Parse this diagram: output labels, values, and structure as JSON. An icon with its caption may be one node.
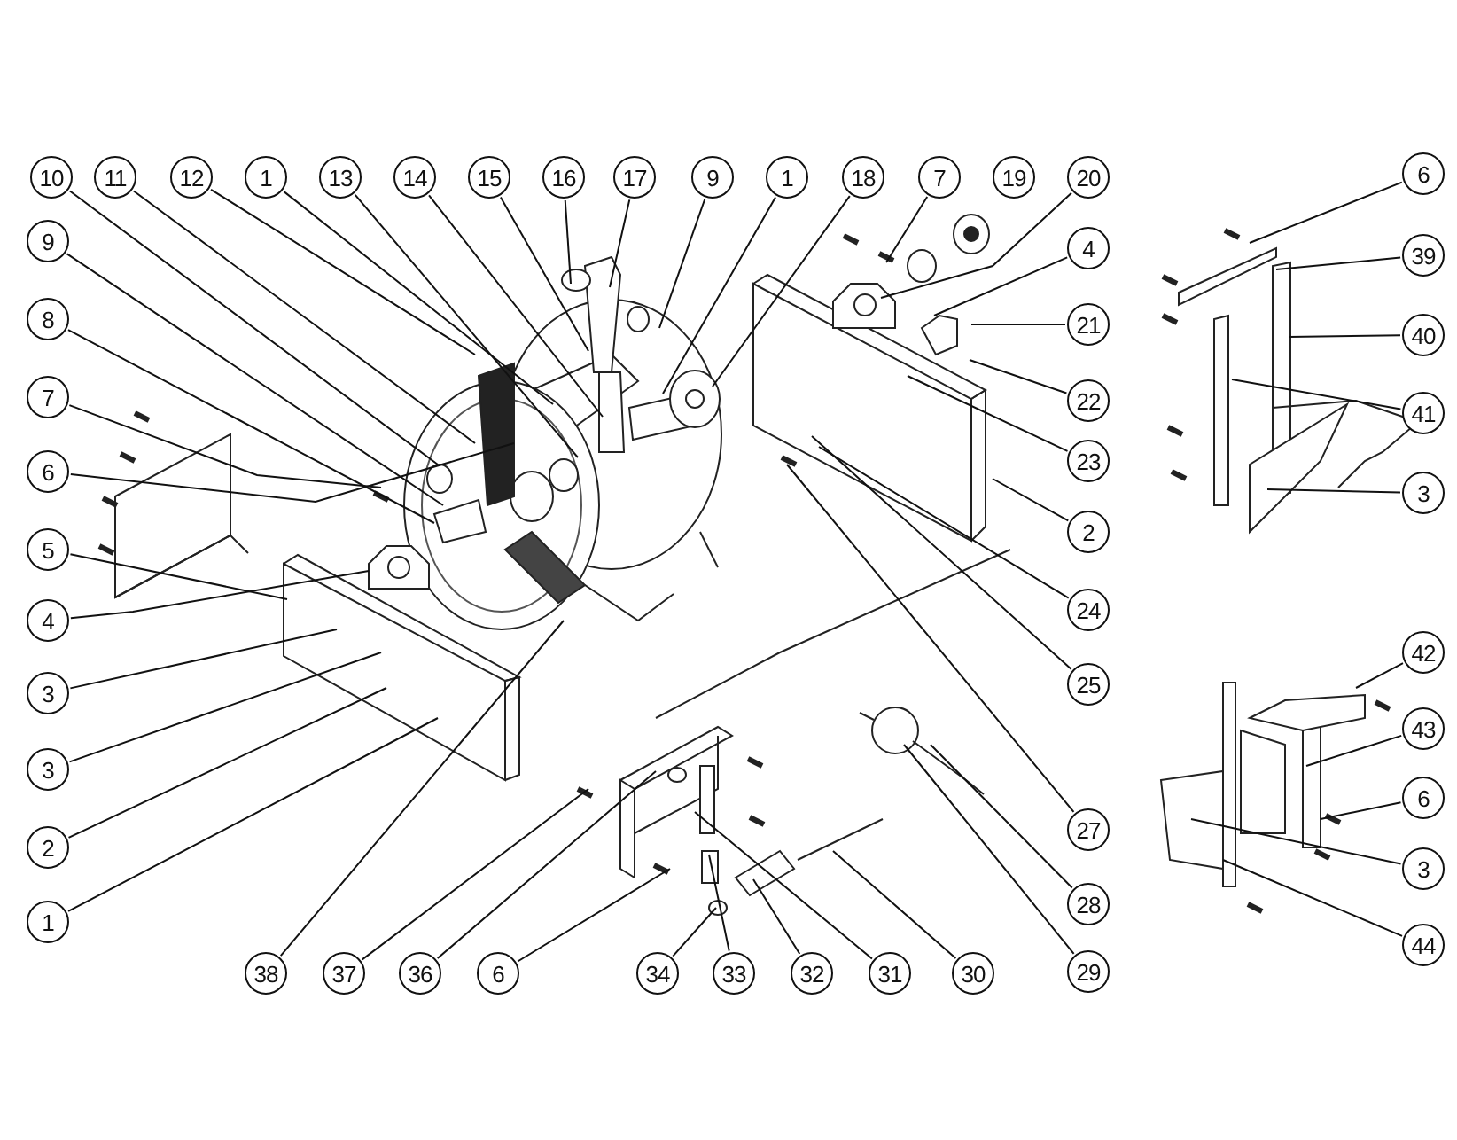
{
  "diagram": {
    "nodes": [
      {
        "text": [
          "10"
        ]
      },
      {
        "text": [
          "11"
        ]
      },
      {
        "text": [
          "12"
        ]
      },
      {
        "text": [
          "1"
        ]
      },
      {
        "text": [
          "13"
        ]
      },
      {
        "text": [
          "14"
        ]
      },
      {
        "text": [
          "15"
        ]
      },
      {
        "text": [
          "16"
        ]
      },
      {
        "text": [
          "17"
        ]
      },
      {
        "text": [
          "9"
        ]
      },
      {
        "text": [
          "1"
        ]
      },
      {
        "text": [
          "18"
        ]
      },
      {
        "text": [
          "7"
        ]
      },
      {
        "text": [
          "19"
        ]
      },
      {
        "text": [
          "20"
        ]
      },
      {
        "text": [
          "9"
        ]
      },
      {
        "text": [
          "8"
        ]
      },
      {
        "text": [
          "7"
        ]
      },
      {
        "text": [
          "6"
        ]
      },
      {
        "text": [
          "5"
        ]
      },
      {
        "text": [
          "4"
        ]
      },
      {
        "text": [
          "3"
        ]
      },
      {
        "text": [
          "3"
        ]
      },
      {
        "text": [
          "2"
        ]
      },
      {
        "text": [
          "1"
        ]
      },
      {
        "text": [
          "4"
        ]
      },
      {
        "text": [
          "21"
        ]
      },
      {
        "text": [
          "22"
        ]
      },
      {
        "text": [
          "23"
        ]
      },
      {
        "text": [
          "2"
        ]
      },
      {
        "text": [
          "24"
        ]
      },
      {
        "text": [
          "25"
        ]
      },
      {
        "text": [
          "27"
        ]
      },
      {
        "text": [
          "28"
        ]
      },
      {
        "text": [
          "29"
        ]
      },
      {
        "text": [
          "38"
        ]
      },
      {
        "text": [
          "37"
        ]
      },
      {
        "text": [
          "36"
        ]
      },
      {
        "text": [
          "6"
        ]
      },
      {
        "text": [
          "34"
        ]
      },
      {
        "text": [
          "33"
        ]
      },
      {
        "text": [
          "32"
        ]
      },
      {
        "text": [
          "31"
        ]
      },
      {
        "text": [
          "30"
        ]
      },
      {
        "text": [
          "6"
        ]
      },
      {
        "text": [
          "39"
        ]
      },
      {
        "text": [
          "40"
        ]
      },
      {
        "text": [
          "41"
        ]
      },
      {
        "text": [
          "3"
        ]
      },
      {
        "text": [
          "42"
        ]
      },
      {
        "text": [
          "43"
        ]
      },
      {
        "text": [
          "6"
        ]
      },
      {
        "text": [
          "3"
        ]
      },
      {
        "text": [
          "44"
        ]
      }
    ],
    "edges": [
      {
        "from": 0,
        "to": null,
        "arrow": "none"
      },
      {
        "from": 1,
        "to": null,
        "arrow": "none"
      },
      {
        "from": 2,
        "to": null,
        "arrow": "none"
      },
      {
        "from": 3,
        "to": null,
        "arrow": "none"
      },
      {
        "from": 4,
        "to": null,
        "arrow": "none"
      },
      {
        "from": 5,
        "to": null,
        "arrow": "none"
      },
      {
        "from": 6,
        "to": null,
        "arrow": "none"
      },
      {
        "from": 7,
        "to": null,
        "arrow": "none"
      },
      {
        "from": 8,
        "to": null,
        "arrow": "none"
      },
      {
        "from": 9,
        "to": null,
        "arrow": "none"
      },
      {
        "from": 10,
        "to": null,
        "arrow": "none"
      },
      {
        "from": 11,
        "to": null,
        "arrow": "none"
      },
      {
        "from": 12,
        "to": null,
        "arrow": "none"
      },
      {
        "from": 14,
        "to": null,
        "arrow": "none"
      },
      {
        "from": 15,
        "to": null,
        "arrow": "none"
      },
      {
        "from": 16,
        "to": null,
        "arrow": "none"
      },
      {
        "from": 17,
        "to": null,
        "arrow": "none"
      },
      {
        "from": 18,
        "to": null,
        "arrow": "none"
      },
      {
        "from": 19,
        "to": null,
        "arrow": "none"
      },
      {
        "from": 20,
        "to": null,
        "arrow": "none"
      },
      {
        "from": 21,
        "to": null,
        "arrow": "none"
      },
      {
        "from": 22,
        "to": null,
        "arrow": "none"
      },
      {
        "from": 23,
        "to": null,
        "arrow": "none"
      },
      {
        "from": 24,
        "to": null,
        "arrow": "none"
      },
      {
        "from": 25,
        "to": null,
        "arrow": "none"
      },
      {
        "from": 26,
        "to": null,
        "arrow": "none"
      },
      {
        "from": 27,
        "to": null,
        "arrow": "none"
      },
      {
        "from": 28,
        "to": null,
        "arrow": "none"
      },
      {
        "from": 29,
        "to": null,
        "arrow": "none"
      },
      {
        "from": 30,
        "to": null,
        "arrow": "none"
      },
      {
        "from": 31,
        "to": null,
        "arrow": "none"
      },
      {
        "from": 32,
        "to": null,
        "arrow": "none"
      },
      {
        "from": 33,
        "to": null,
        "arrow": "none"
      },
      {
        "from": 34,
        "to": null,
        "arrow": "none"
      },
      {
        "from": 35,
        "to": null,
        "arrow": "none"
      },
      {
        "from": 36,
        "to": null,
        "arrow": "none"
      },
      {
        "from": 37,
        "to": null,
        "arrow": "none"
      },
      {
        "from": 38,
        "to": null,
        "arrow": "none"
      },
      {
        "from": 39,
        "to": null,
        "arrow": "none"
      },
      {
        "from": 40,
        "to": null,
        "arrow": "none"
      },
      {
        "from": 41,
        "to": null,
        "arrow": "none"
      },
      {
        "from": 42,
        "to": null,
        "arrow": "none"
      },
      {
        "from": 43,
        "to": null,
        "arrow": "none"
      },
      {
        "from": 44,
        "to": null,
        "arrow": "none"
      },
      {
        "from": 45,
        "to": null,
        "arrow": "none"
      },
      {
        "from": 46,
        "to": null,
        "arrow": "none"
      },
      {
        "from": 47,
        "to": null,
        "arrow": "none"
      },
      {
        "from": 48,
        "to": null,
        "arrow": "none"
      },
      {
        "from": 49,
        "to": null,
        "arrow": "none"
      },
      {
        "from": 50,
        "to": null,
        "arrow": "none"
      },
      {
        "from": 51,
        "to": null,
        "arrow": "none"
      },
      {
        "from": 52,
        "to": null,
        "arrow": "none"
      },
      {
        "from": 53,
        "to": null,
        "arrow": "none"
      }
    ]
  }
}
